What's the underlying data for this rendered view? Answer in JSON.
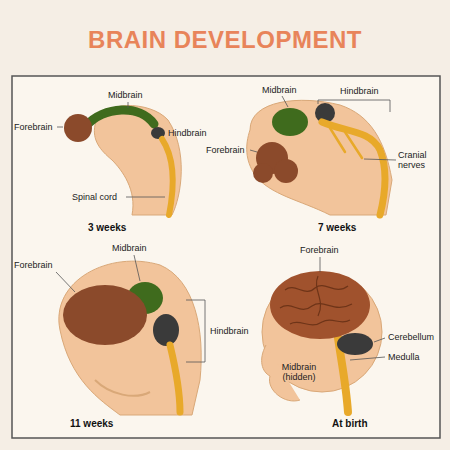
{
  "diagram": {
    "title": "BRAIN DEVELOPMENT",
    "labels": [
      "Midbrain",
      "Forebrain",
      "Hindbrain",
      "Spinal cord",
      "3 weeks",
      "Midbrain",
      "Hindbrain",
      "Forebrain",
      "Cranial nerves",
      "7 weeks",
      "Midbrain",
      "Forebrain",
      "Hindbrain",
      "11 weeks",
      "Forebrain",
      "Cerebellum",
      "Medulla",
      "Midbrain (hidden)",
      "At birth"
    ]
  }
}
